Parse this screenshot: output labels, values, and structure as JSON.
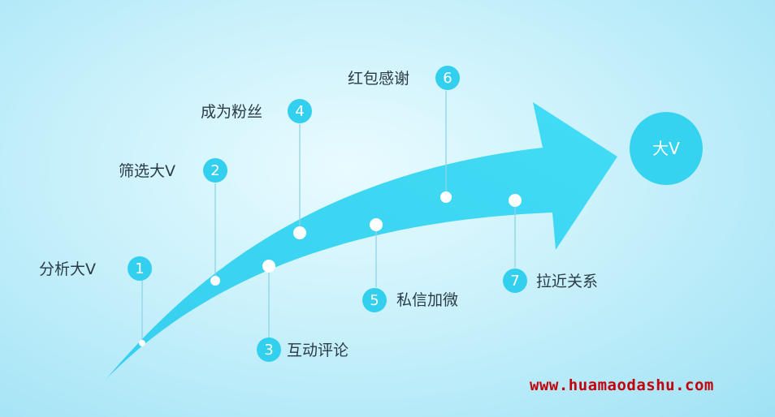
{
  "goal": {
    "label": "大V"
  },
  "steps": [
    {
      "number": "1",
      "label": "分析大V"
    },
    {
      "number": "2",
      "label": "筛选大V"
    },
    {
      "number": "3",
      "label": "互动评论"
    },
    {
      "number": "4",
      "label": "成为粉丝"
    },
    {
      "number": "5",
      "label": "私信加微"
    },
    {
      "number": "6",
      "label": "红包感谢"
    },
    {
      "number": "7",
      "label": "拉近关系"
    }
  ],
  "watermark": "www.huamaodashu.com",
  "colors": {
    "arrow": "#3fd6f2",
    "badge": "#33cfef",
    "goal_circle": "#36d3f0",
    "connector": "#8fd4e3",
    "text": "#2b3a45",
    "watermark": "#c4000b"
  }
}
